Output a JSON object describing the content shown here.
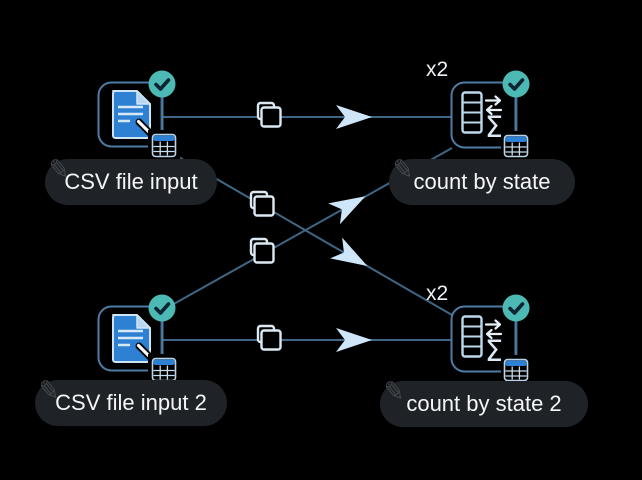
{
  "app": {
    "type": "workflow-editor-canvas",
    "background": "#000000"
  },
  "nodes": [
    {
      "id": "csv-input-1",
      "label": "CSV file input",
      "kind": "csv-file-reader",
      "status": "executed",
      "badge": ""
    },
    {
      "id": "count-by-state-1",
      "label": "count by state",
      "kind": "aggregate-count",
      "status": "executed",
      "badge": "x2"
    },
    {
      "id": "csv-input-2",
      "label": "CSV file input 2",
      "kind": "csv-file-reader",
      "status": "executed",
      "badge": ""
    },
    {
      "id": "count-by-state-2",
      "label": "count by state 2",
      "kind": "aggregate-count",
      "status": "executed",
      "badge": "x2"
    }
  ],
  "connections": [
    {
      "from": "csv-input-1",
      "to": "count-by-state-1",
      "copy_button": true,
      "arrow": true
    },
    {
      "from": "csv-input-1",
      "to": "count-by-state-2",
      "copy_button": true,
      "arrow": true
    },
    {
      "from": "csv-input-2",
      "to": "count-by-state-1",
      "copy_button": true,
      "arrow": true
    },
    {
      "from": "csv-input-2",
      "to": "count-by-state-2",
      "copy_button": true,
      "arrow": true
    }
  ],
  "glyphs": {
    "sigma": "Σ",
    "pencil": "✎"
  },
  "colors": {
    "background": "#000000",
    "node_border": "#4d7ca4",
    "connection_line": "#3f6684",
    "arrowhead": "#cfe6f8",
    "copy_icon_outline": "#dce9f3",
    "icon_outline": "#bdd8ec",
    "document_fill": "#2e80d2",
    "status_success": "#4db9b4",
    "label_pill_bg": "#1f2226",
    "label_text": "#f4f6f7"
  }
}
